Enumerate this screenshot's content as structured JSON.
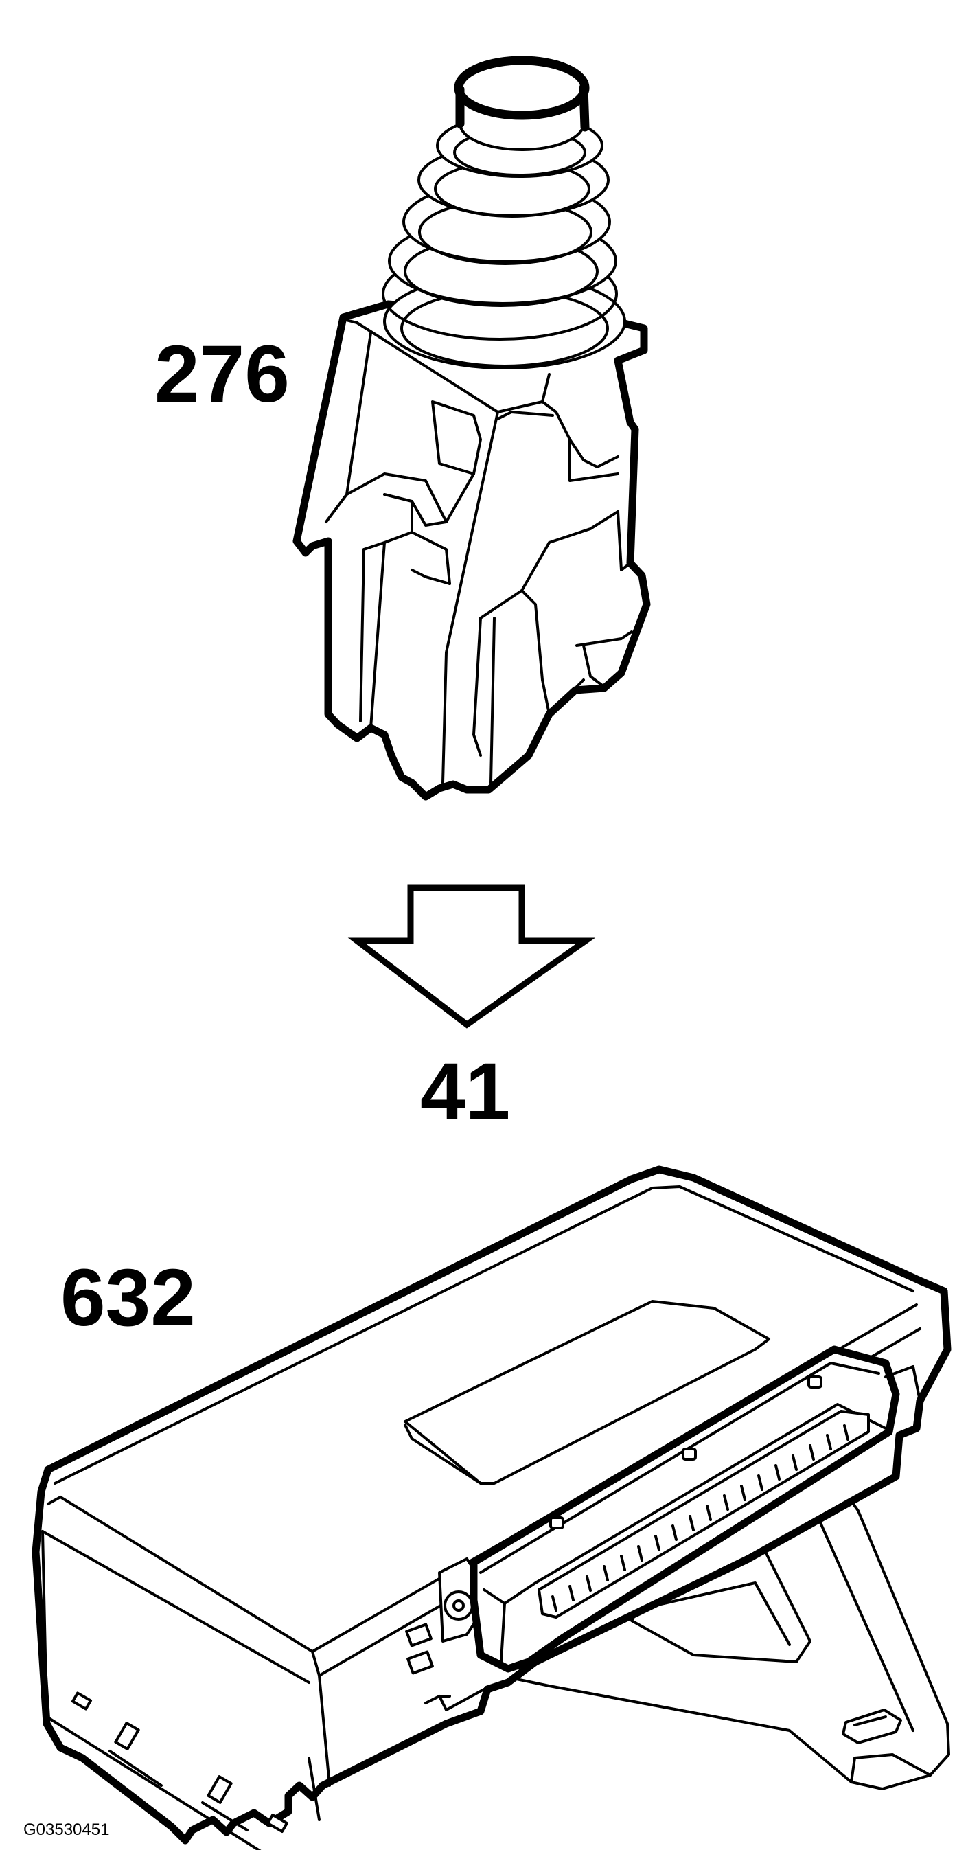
{
  "callouts": {
    "connector_label": "276",
    "arrow_label": "41",
    "module_label": "632"
  },
  "figure_reference": "G03530451",
  "colors": {
    "ink": "#000000",
    "paper": "#ffffff"
  },
  "icons": {
    "direction_indicator": "arrow-down-icon"
  }
}
